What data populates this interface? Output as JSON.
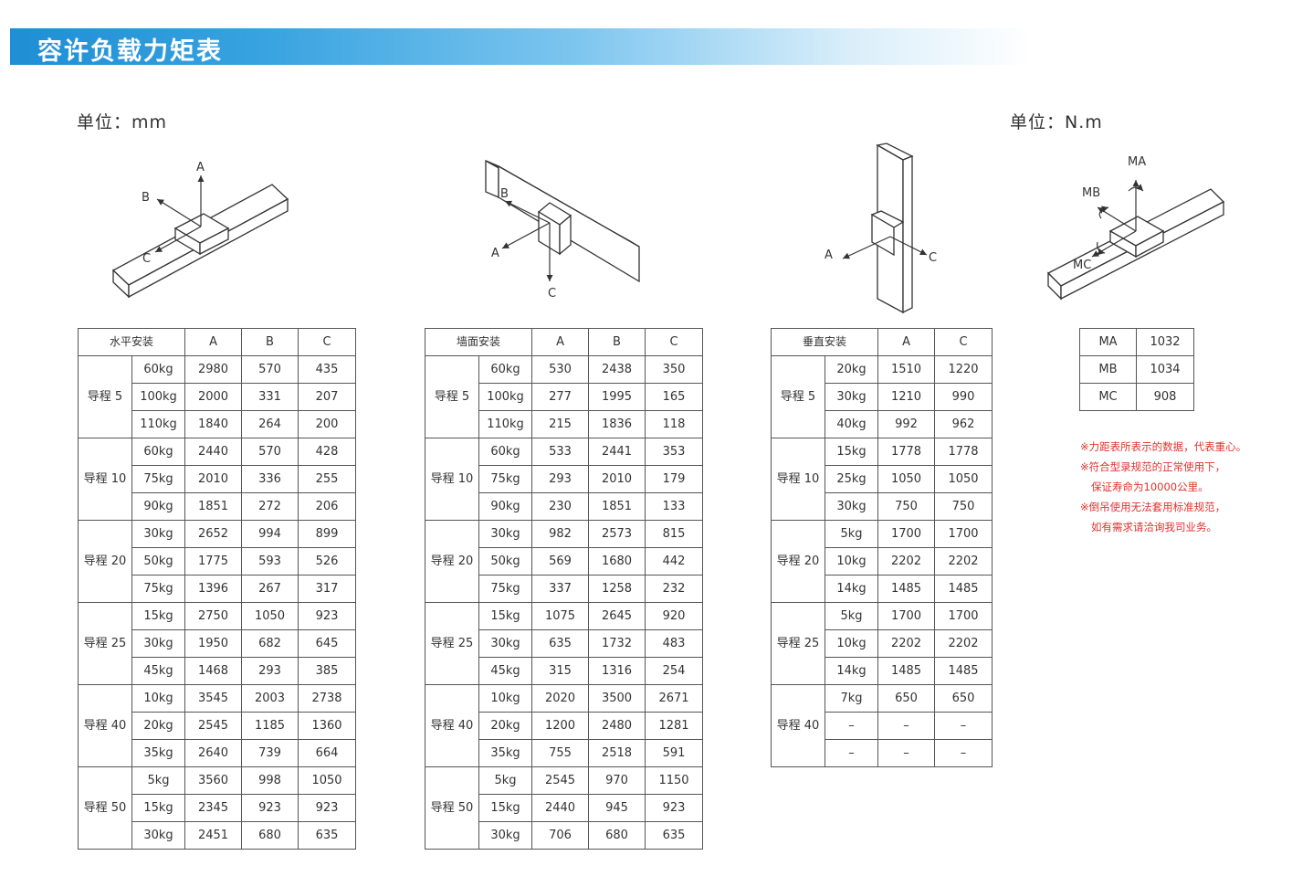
{
  "header": {
    "title": "容许负载力矩表"
  },
  "units": {
    "left": "单位：mm",
    "right": "单位：N.m"
  },
  "diagrams": {
    "horizontal": {
      "labels": [
        "A",
        "B",
        "C"
      ]
    },
    "wall": {
      "labels": [
        "B",
        "A",
        "C"
      ]
    },
    "vertical": {
      "labels": [
        "A",
        "C"
      ]
    },
    "moment": {
      "labels": [
        "MA",
        "MB",
        "MC"
      ]
    }
  },
  "tables": {
    "horizontal": {
      "columns": [
        "水平安装",
        "A",
        "B",
        "C"
      ],
      "groups": [
        {
          "lead": "导程 5",
          "rows": [
            [
              "60kg",
              "2980",
              "570",
              "435"
            ],
            [
              "100kg",
              "2000",
              "331",
              "207"
            ],
            [
              "110kg",
              "1840",
              "264",
              "200"
            ]
          ]
        },
        {
          "lead": "导程 10",
          "rows": [
            [
              "60kg",
              "2440",
              "570",
              "428"
            ],
            [
              "75kg",
              "2010",
              "336",
              "255"
            ],
            [
              "90kg",
              "1851",
              "272",
              "206"
            ]
          ]
        },
        {
          "lead": "导程 20",
          "rows": [
            [
              "30kg",
              "2652",
              "994",
              "899"
            ],
            [
              "50kg",
              "1775",
              "593",
              "526"
            ],
            [
              "75kg",
              "1396",
              "267",
              "317"
            ]
          ]
        },
        {
          "lead": "导程 25",
          "rows": [
            [
              "15kg",
              "2750",
              "1050",
              "923"
            ],
            [
              "30kg",
              "1950",
              "682",
              "645"
            ],
            [
              "45kg",
              "1468",
              "293",
              "385"
            ]
          ]
        },
        {
          "lead": "导程 40",
          "rows": [
            [
              "10kg",
              "3545",
              "2003",
              "2738"
            ],
            [
              "20kg",
              "2545",
              "1185",
              "1360"
            ],
            [
              "35kg",
              "2640",
              "739",
              "664"
            ]
          ]
        },
        {
          "lead": "导程 50",
          "rows": [
            [
              "5kg",
              "3560",
              "998",
              "1050"
            ],
            [
              "15kg",
              "2345",
              "923",
              "923"
            ],
            [
              "30kg",
              "2451",
              "680",
              "635"
            ]
          ]
        }
      ]
    },
    "wall": {
      "columns": [
        "墙面安装",
        "A",
        "B",
        "C"
      ],
      "groups": [
        {
          "lead": "导程 5",
          "rows": [
            [
              "60kg",
              "530",
              "2438",
              "350"
            ],
            [
              "100kg",
              "277",
              "1995",
              "165"
            ],
            [
              "110kg",
              "215",
              "1836",
              "118"
            ]
          ]
        },
        {
          "lead": "导程 10",
          "rows": [
            [
              "60kg",
              "533",
              "2441",
              "353"
            ],
            [
              "75kg",
              "293",
              "2010",
              "179"
            ],
            [
              "90kg",
              "230",
              "1851",
              "133"
            ]
          ]
        },
        {
          "lead": "导程 20",
          "rows": [
            [
              "30kg",
              "982",
              "2573",
              "815"
            ],
            [
              "50kg",
              "569",
              "1680",
              "442"
            ],
            [
              "75kg",
              "337",
              "1258",
              "232"
            ]
          ]
        },
        {
          "lead": "导程 25",
          "rows": [
            [
              "15kg",
              "1075",
              "2645",
              "920"
            ],
            [
              "30kg",
              "635",
              "1732",
              "483"
            ],
            [
              "45kg",
              "315",
              "1316",
              "254"
            ]
          ]
        },
        {
          "lead": "导程 40",
          "rows": [
            [
              "10kg",
              "2020",
              "3500",
              "2671"
            ],
            [
              "20kg",
              "1200",
              "2480",
              "1281"
            ],
            [
              "35kg",
              "755",
              "2518",
              "591"
            ]
          ]
        },
        {
          "lead": "导程 50",
          "rows": [
            [
              "5kg",
              "2545",
              "970",
              "1150"
            ],
            [
              "15kg",
              "2440",
              "945",
              "923"
            ],
            [
              "30kg",
              "706",
              "680",
              "635"
            ]
          ]
        }
      ]
    },
    "vertical": {
      "columns": [
        "垂直安装",
        "A",
        "C"
      ],
      "groups": [
        {
          "lead": "导程 5",
          "rows": [
            [
              "20kg",
              "1510",
              "1220"
            ],
            [
              "30kg",
              "1210",
              "990"
            ],
            [
              "40kg",
              "992",
              "962"
            ]
          ]
        },
        {
          "lead": "导程 10",
          "rows": [
            [
              "15kg",
              "1778",
              "1778"
            ],
            [
              "25kg",
              "1050",
              "1050"
            ],
            [
              "30kg",
              "750",
              "750"
            ]
          ]
        },
        {
          "lead": "导程 20",
          "rows": [
            [
              "5kg",
              "1700",
              "1700"
            ],
            [
              "10kg",
              "2202",
              "2202"
            ],
            [
              "14kg",
              "1485",
              "1485"
            ]
          ]
        },
        {
          "lead": "导程 25",
          "rows": [
            [
              "5kg",
              "1700",
              "1700"
            ],
            [
              "10kg",
              "2202",
              "2202"
            ],
            [
              "14kg",
              "1485",
              "1485"
            ]
          ]
        },
        {
          "lead": "导程 40",
          "rows": [
            [
              "7kg",
              "650",
              "650"
            ],
            [
              "–",
              "–",
              "–"
            ],
            [
              "–",
              "–",
              "–"
            ]
          ]
        }
      ]
    },
    "moment": {
      "rows": [
        [
          "MA",
          "1032"
        ],
        [
          "MB",
          "1034"
        ],
        [
          "MC",
          "908"
        ]
      ]
    }
  },
  "notes": [
    "※力距表所表示的数据，代表重心。",
    "※符合型录规范的正常使用下，",
    "保证寿命为10000公里。",
    "※倒吊使用无法套用标准规范，",
    "如有需求请洽询我司业务。"
  ]
}
